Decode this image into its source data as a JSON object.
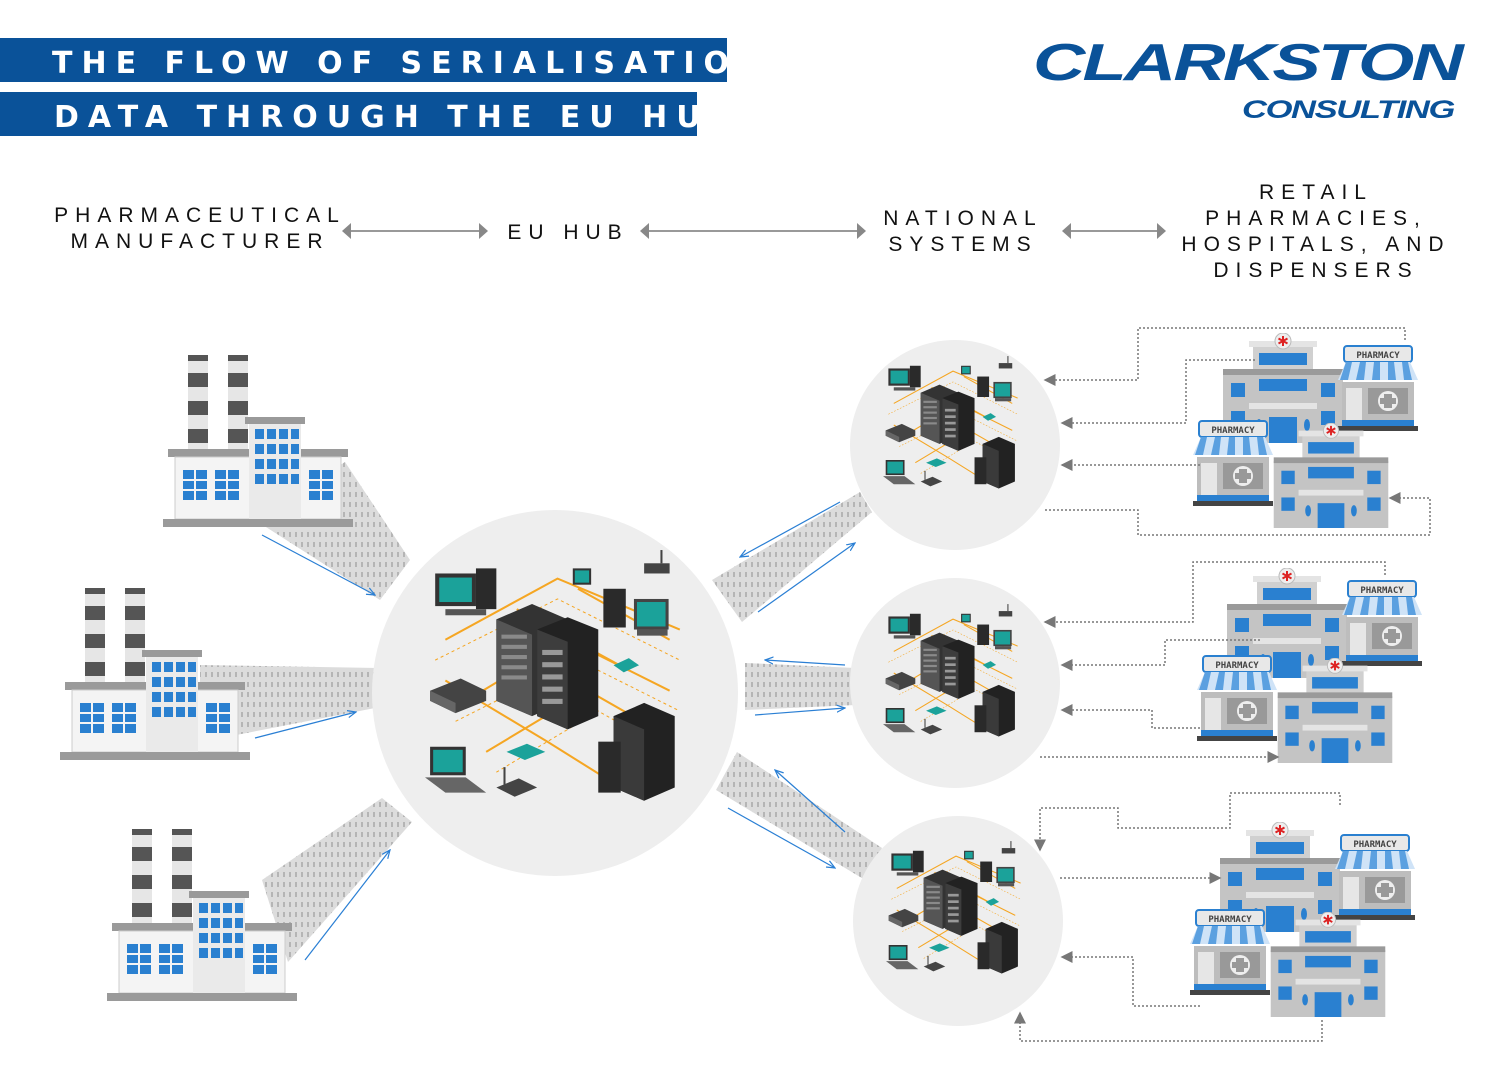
{
  "title": {
    "line1": "THE FLOW OF SERIALISATION",
    "line2": "DATA THROUGH THE EU HUB"
  },
  "logo": {
    "name": "CLARKSTON",
    "tagline": "CONSULTING"
  },
  "stages": {
    "manufacturer": [
      "PHARMACEUTICAL",
      "MANUFACTURER"
    ],
    "hub": "EU HUB",
    "national": [
      "NATIONAL",
      "SYSTEMS"
    ],
    "dispensers": [
      "RETAIL",
      "PHARMACIES,",
      "HOSPITALS, AND",
      "DISPENSERS"
    ]
  },
  "pharmacy_sign": "PHARMACY",
  "icons": [
    "factory-icon",
    "server-network-icon",
    "hospital-icon",
    "pharmacy-store-icon",
    "double-arrow-icon"
  ],
  "colors": {
    "brand_blue": "#0a5299",
    "network_orange": "#f5a623",
    "arrow_blue": "#2a7fd4",
    "circle_gray": "#eeeeee"
  }
}
